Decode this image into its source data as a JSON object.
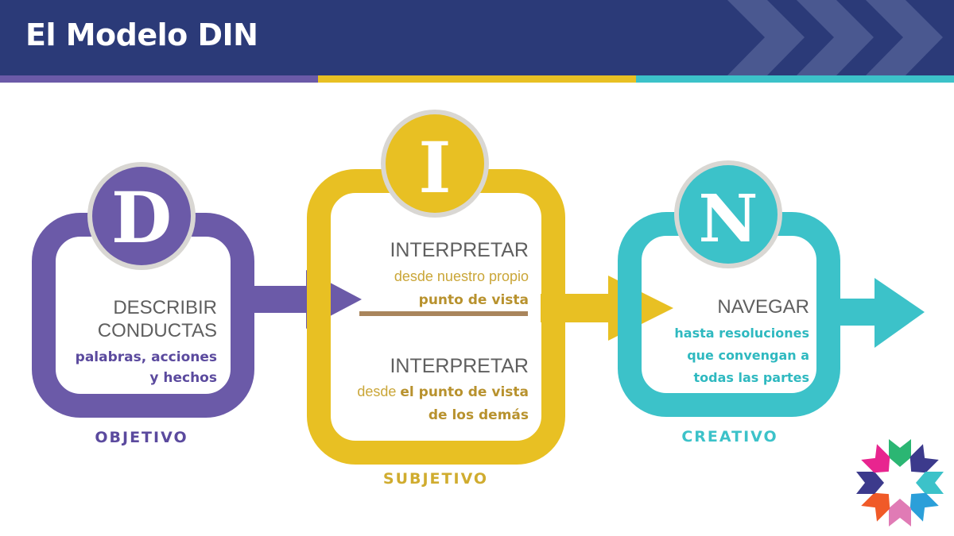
{
  "header": {
    "title": "El Modelo DIN"
  },
  "colors": {
    "header_bg": "#2b3a78",
    "purple": "#6b5aa8",
    "yellow": "#e8c023",
    "teal": "#3cc2c9",
    "divider": "#a9855c"
  },
  "steps": {
    "d": {
      "letter": "D",
      "title_line1": "DESCRIBIR",
      "title_line2": "CONDUCTAS",
      "desc_line1": "palabras, acciones",
      "desc_line2": "y hechos",
      "category": "OBJETIVO"
    },
    "i": {
      "letter": "I",
      "category": "SUBJETIVO",
      "top_title": "INTERPRETAR",
      "top_desc_line1": "desde nuestro propio",
      "top_desc_line2": "punto de vista",
      "bottom_title": "INTERPRETAR",
      "bottom_desc_line1_pre": "desde ",
      "bottom_desc_line1_bold": "el punto de vista",
      "bottom_desc_line2": "de los demás"
    },
    "n": {
      "letter": "N",
      "title": "NAVEGAR",
      "desc_line1": "hasta resoluciones",
      "desc_line2": "que convengan a",
      "desc_line3": "todas las partes",
      "category": "CREATIVO"
    }
  }
}
